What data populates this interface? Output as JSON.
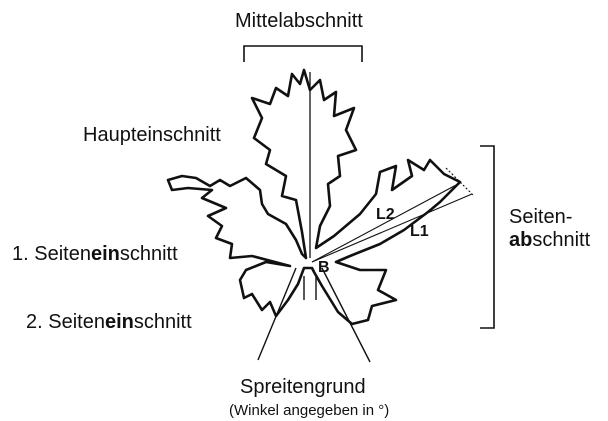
{
  "labels": {
    "middle_section": "Mittelabschnitt",
    "main_incision": "Haupteinschnitt",
    "side_section_line1": "Seiten-",
    "side_section_line2_bold": "ab",
    "side_section_line2_rest": "schnitt",
    "first_side_incision_prefix": "1. Seiten",
    "first_side_incision_bold": "ein",
    "first_side_incision_suffix": "schnitt",
    "second_side_incision_prefix": "2. Seiten",
    "second_side_incision_bold": "ein",
    "second_side_incision_suffix": "schnitt",
    "leaf_base": "Spreitengrund",
    "angle_note": "(Winkel angegeben in °)"
  },
  "markers": {
    "base_point": "B",
    "length_1": "L1",
    "length_2": "L2"
  }
}
